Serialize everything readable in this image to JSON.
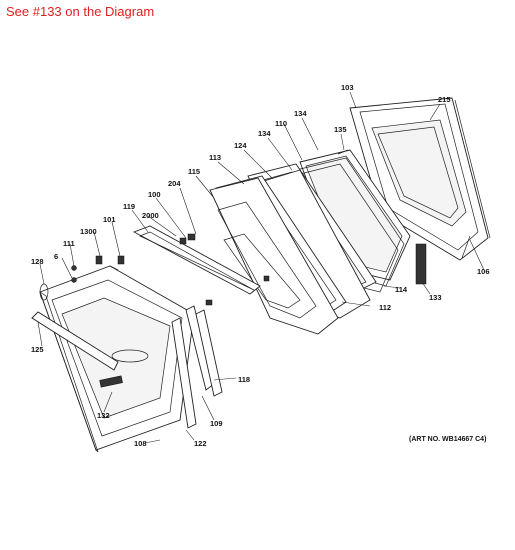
{
  "header": {
    "text": "See #133 on the Diagram",
    "color": "#e0201f"
  },
  "art_number": "(ART NO. WB14667 C4)",
  "labels": [
    "103",
    "215",
    "134",
    "135",
    "110",
    "134",
    "124",
    "113",
    "115",
    "204",
    "100",
    "2000",
    "119",
    "101",
    "1300",
    "111",
    "6",
    "128",
    "106",
    "133",
    "114",
    "112",
    "125",
    "118",
    "132",
    "109",
    "108",
    "122"
  ]
}
